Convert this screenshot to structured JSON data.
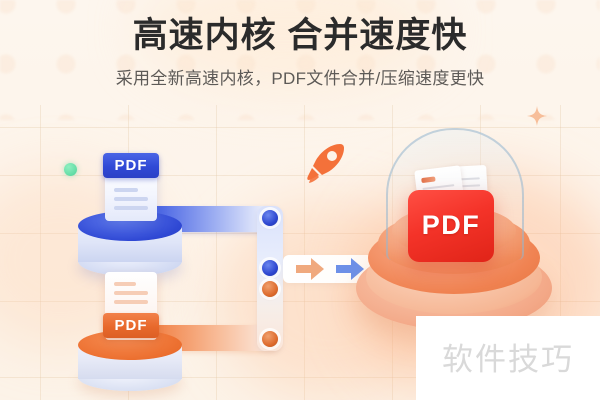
{
  "banner": {
    "title": "高速内核 合并速度快",
    "subtitle": "采用全新高速内核，PDF文件合并/压缩速度更快",
    "watermark": "软件技巧"
  },
  "sources": [
    {
      "id": "blue",
      "badge_label": "PDF",
      "color": "#3049d6",
      "pedestal_color": "#2f48d4"
    },
    {
      "id": "orange",
      "badge_label": "PDF",
      "color": "#e8692c",
      "pedestal_color": "#ec6f2f"
    }
  ],
  "result": {
    "badge_label": "PDF",
    "folder_color": "#f43329",
    "dome_color": "#96b4cd",
    "pedestal_color": "#f08352"
  },
  "flow": {
    "arrows": [
      {
        "id": "blue-in",
        "direction": "right",
        "color": "#ffffff"
      },
      {
        "id": "orange-in",
        "direction": "right",
        "color": "#ffffff"
      },
      {
        "id": "merge-orange",
        "direction": "right",
        "color": "#f0a97e"
      },
      {
        "id": "merge-blue",
        "direction": "right",
        "color": "#6d90e8"
      }
    ],
    "nodes": [
      {
        "id": "node-blue-top",
        "color": "#2c45cf"
      },
      {
        "id": "node-blue-mid",
        "color": "#2c45cf"
      },
      {
        "id": "node-orange-mid",
        "color": "#dd6a2c"
      },
      {
        "id": "node-orange-bottom",
        "color": "#dd6a2c"
      }
    ]
  },
  "decorations": {
    "rocket_color": "#f4713a",
    "green_dot_color": "#4ed39a",
    "sparkle_color": "#f6b58c",
    "grid_color": "#e4c7a8",
    "background_color": "#fdf6ee"
  }
}
